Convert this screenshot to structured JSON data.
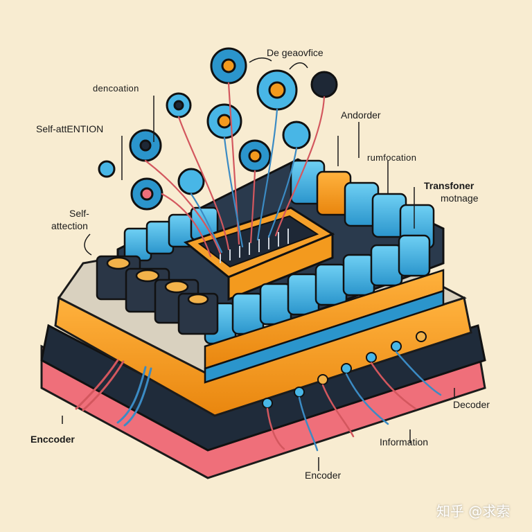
{
  "labels": {
    "de_geovfice": "De  geaovfice",
    "dencoation": "dencoation",
    "self_attention_top": "Self-attENTION",
    "andorder": "Andorder",
    "rumfocation": "rumfocation",
    "transformer_motnage_line1": "Transfoner",
    "transformer_motnage_line2": "motnage",
    "self_attection_line1": "Self-",
    "self_attection_line2": "attection",
    "decoder": "Decoder",
    "encoder_left": "Enccoder",
    "information": "Information",
    "encoder_bottom": "Encoder"
  },
  "watermark": "知乎 @求索",
  "colors": {
    "background": "#f8ecd1",
    "board_orange": "#f39a1e",
    "board_dark": "#1f2b3a",
    "base_pink": "#ef6f7a",
    "key_blue": "#48b6e6",
    "key_dark_blue": "#1d6f9a",
    "wire_red": "#d3575e",
    "wire_blue": "#3b8bc4"
  },
  "icons": [
    "neuron-node-icon",
    "connector-icon",
    "chip-icon"
  ]
}
